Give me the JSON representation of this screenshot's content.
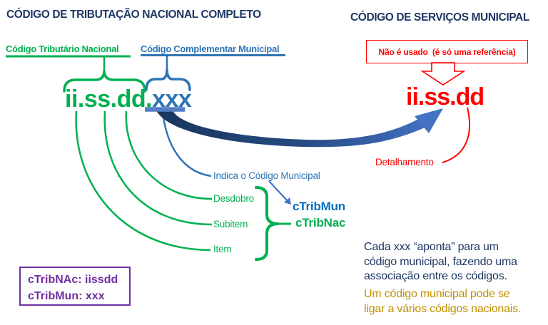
{
  "diagram": {
    "left": {
      "title": "CÓDIGO DE TRIBUTAÇÃO NACIONAL COMPLETO",
      "national_label": "Código Tributário Nacional",
      "municipal_label": "Código Complementar Municipal",
      "code_national_part": "ii.ss.dd.",
      "code_municipal_part": "xxx",
      "callouts": {
        "indica": "Indica o Código Municipal",
        "desdobro": "Desdobro",
        "subitem": "Subitem",
        "item": "Item"
      },
      "ctrib_mun": "cTribMun",
      "ctrib_nac": "cTribNac",
      "legend": {
        "line1": "cTribNAc: iissdd",
        "line2": "cTribMun: xxx"
      }
    },
    "right": {
      "title": "CÓDIGO DE SERVIÇOS MUNICIPAL",
      "note": "Não é usado  (é só uma referência)",
      "code": "ii.ss.dd",
      "detalhamento": "Detalhamento",
      "para_navy": [
        "Cada xxx “aponta” para um",
        "código municipal, fazendo uma",
        "associação entre os códigos."
      ],
      "para_gold": [
        "Um código municipal pode se",
        "ligar a vários códigos nacionais."
      ]
    },
    "colors": {
      "navy": "#1F3864",
      "green": "#00B050",
      "blue": "#2E75B6",
      "blue_bright": "#0070C0",
      "arrow_dark": "#17365D",
      "arrow_light": "#4472C4",
      "underline_light_blue": "#567EC6",
      "red": "#FF0000",
      "purple": "#7030A0",
      "gold": "#BF8F00"
    }
  }
}
